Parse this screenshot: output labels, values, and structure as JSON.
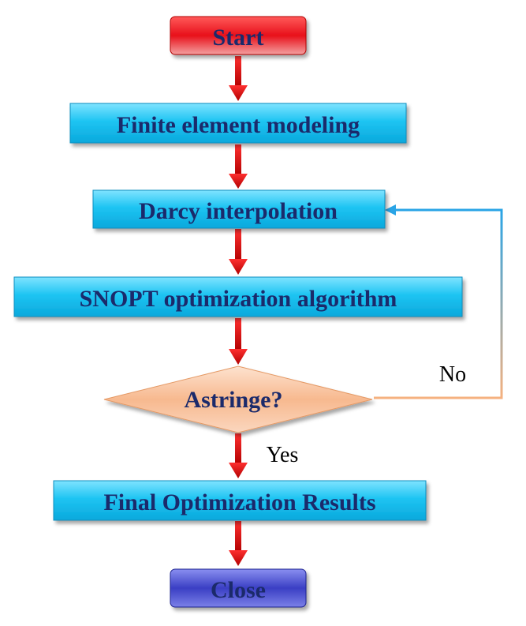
{
  "nodes": {
    "start": "Start",
    "fem": "Finite element modeling",
    "darcy": "Darcy interpolation",
    "snopt": "SNOPT optimization algorithm",
    "decision": "Astringe?",
    "final": "Final Optimization Results",
    "close": "Close"
  },
  "edge_labels": {
    "no": "No",
    "yes": "Yes"
  },
  "colors": {
    "start": "#e8101a",
    "process": "#1ec4f2",
    "process_text": "#1b2a6b",
    "decision": "#f7b98f",
    "close": "#3a3fc4",
    "arrow": "#e8101a",
    "feedback_top": "#29a4e6",
    "feedback_bottom": "#f5b17f"
  }
}
